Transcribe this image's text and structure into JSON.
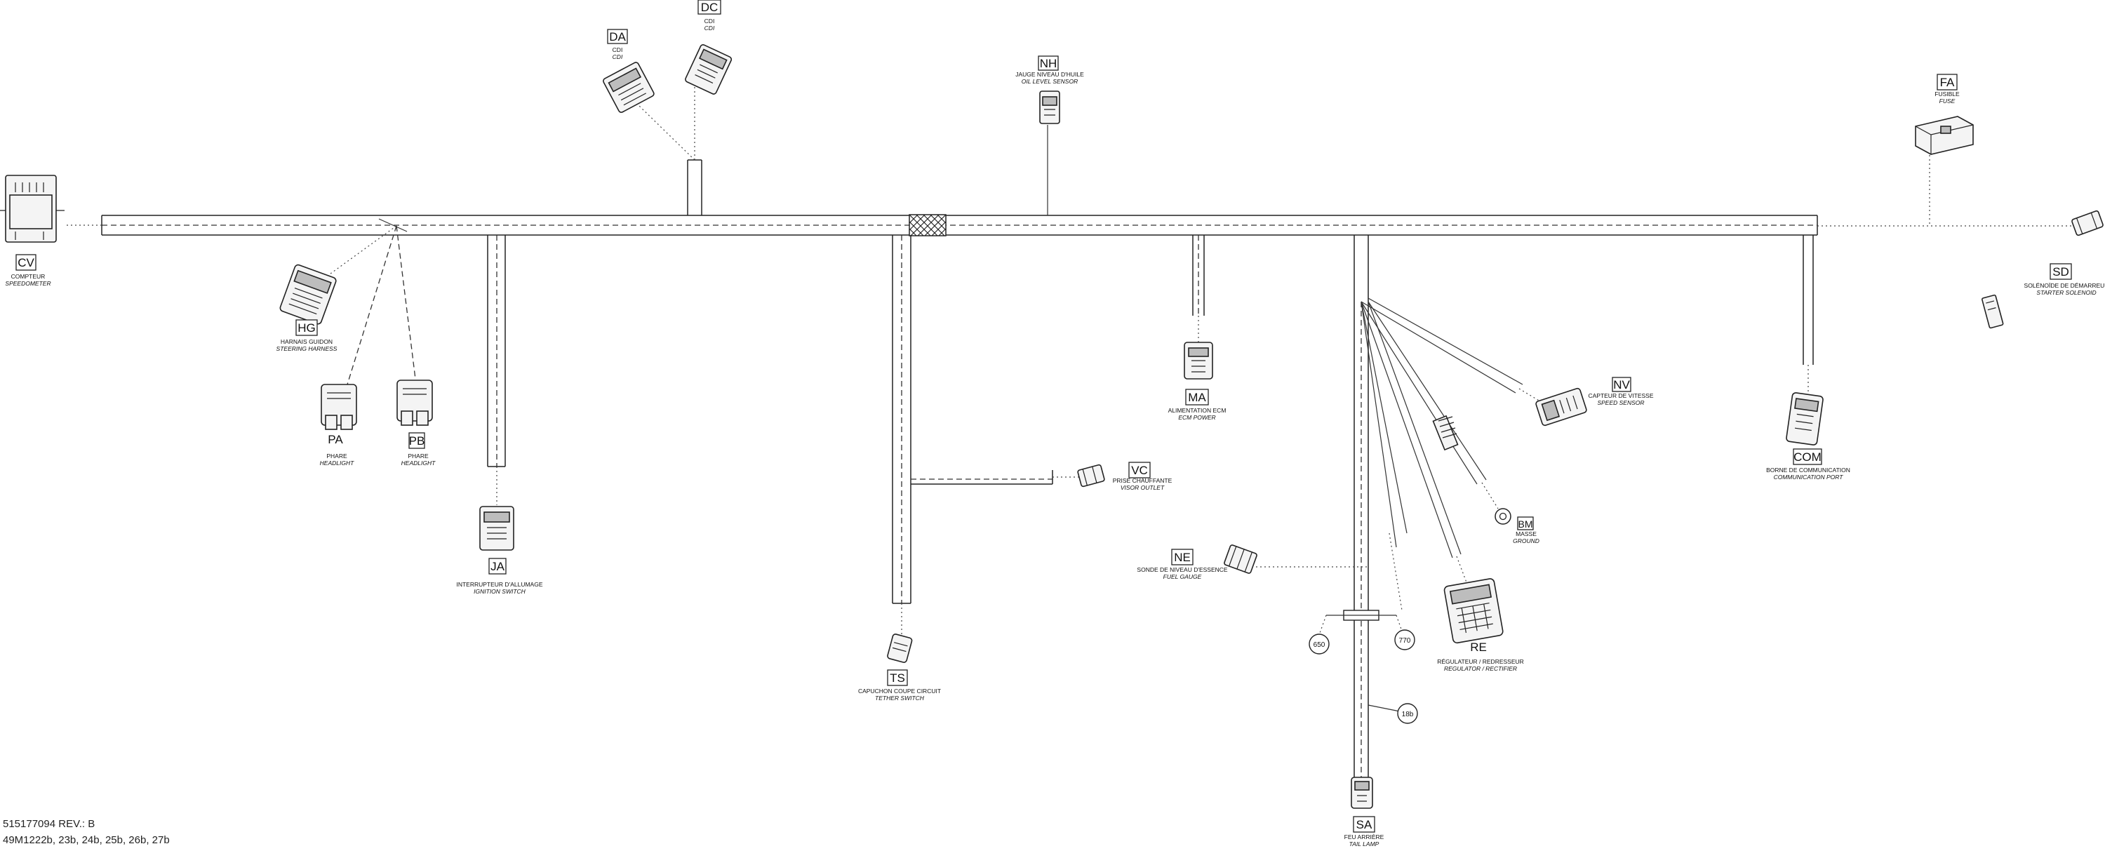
{
  "footer": {
    "part_number": "515177094 REV.: B",
    "models": "49M1222b, 23b, 24b, 25b, 26b, 27b"
  },
  "connectors": {
    "CV": {
      "code": "CV",
      "fr": "COMPTEUR",
      "en": "SPEEDOMETER"
    },
    "DA": {
      "code": "DA",
      "fr": "CDI",
      "en": "CDI"
    },
    "DC": {
      "code": "DC",
      "fr": "CDI",
      "en": "CDI"
    },
    "NH": {
      "code": "NH",
      "fr": "JAUGE NIVEAU D'HUILE",
      "en": "OIL LEVEL SENSOR"
    },
    "FA": {
      "code": "FA",
      "fr": "FUSIBLE",
      "en": "FUSE"
    },
    "SD": {
      "code": "SD",
      "fr": "SOLÉNOÏDE DE DÉMARREUR",
      "en": "STARTER SOLENOID"
    },
    "HG": {
      "code": "HG",
      "fr": "HARNAIS GUIDON",
      "en": "STEERING HARNESS"
    },
    "PA": {
      "code": "PA",
      "fr": "PHARE",
      "en": "HEADLIGHT"
    },
    "PB": {
      "code": "PB",
      "fr": "PHARE",
      "en": "HEADLIGHT"
    },
    "JA": {
      "code": "JA",
      "fr": "INTERRUPTEUR D'ALLUMAGE",
      "en": "IGNITION SWITCH"
    },
    "TS": {
      "code": "TS",
      "fr": "CAPUCHON COUPE CIRCUIT",
      "en": "TETHER SWITCH"
    },
    "VC": {
      "code": "VC",
      "fr": "PRISE CHAUFFANTE",
      "en": "VISOR OUTLET"
    },
    "MA": {
      "code": "MA",
      "fr": "ALIMENTATION ECM",
      "en": "ECM POWER"
    },
    "NV": {
      "code": "NV",
      "fr": "CAPTEUR DE VITESSE",
      "en": "SPEED SENSOR"
    },
    "COM": {
      "code": "COM",
      "fr": "BORNE DE COMMUNICATION",
      "en": "COMMUNICATION PORT"
    },
    "BM": {
      "code": "BM",
      "fr": "MASSE",
      "en": "GROUND"
    },
    "NE": {
      "code": "NE",
      "fr": "SONDE DE NIVEAU D'ESSENCE",
      "en": "FUEL GAUGE"
    },
    "RE": {
      "code": "RE",
      "fr": "RÉGULATEUR / REDRESSEUR",
      "en": "REGULATOR / RECTIFIER"
    },
    "SA": {
      "code": "SA",
      "fr": "FEU ARRIÈRE",
      "en": "TAIL LAMP"
    }
  },
  "references": {
    "r1": "650",
    "r2": "770",
    "r3": "18b"
  }
}
